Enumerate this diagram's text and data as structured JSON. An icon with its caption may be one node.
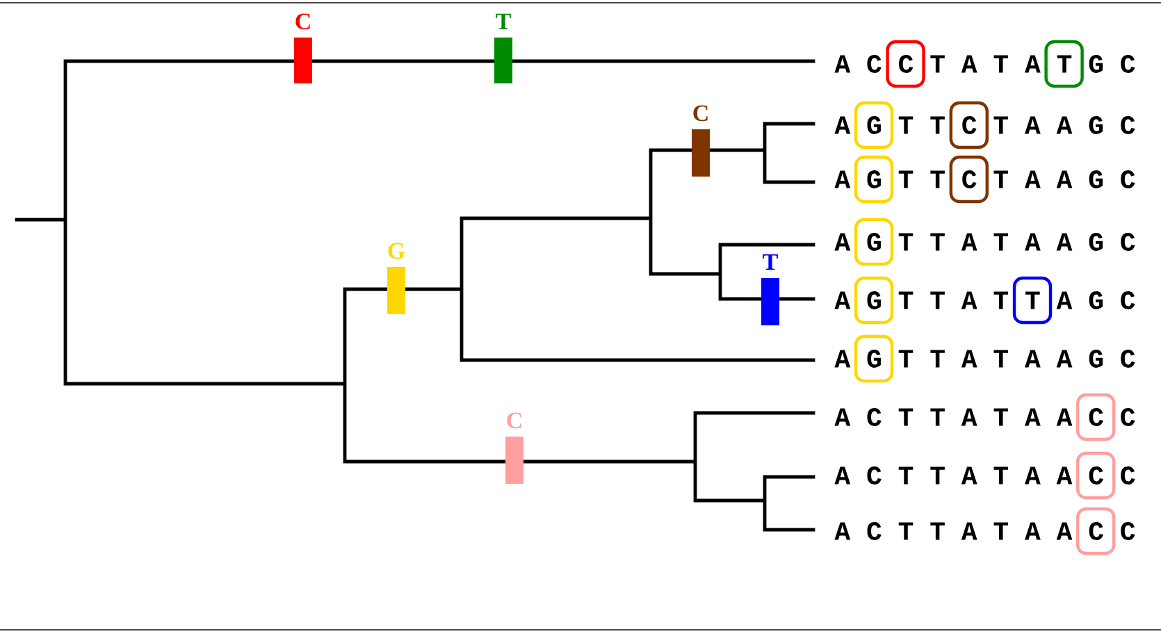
{
  "diagram": {
    "nodes": [
      {
        "text": [
          "A C C T A T A T G C"
        ]
      },
      {
        "text": [
          "A G T T C T A A G C"
        ]
      },
      {
        "text": [
          "A G T T C T A A G C"
        ]
      },
      {
        "text": [
          "A G T T A T A A G C"
        ]
      },
      {
        "text": [
          "A G T T A T T A G C"
        ]
      },
      {
        "text": [
          "A G T T A T A A G C"
        ]
      },
      {
        "text": [
          "A C T T A T A A C C"
        ]
      },
      {
        "text": [
          "A C T T A T A A C C"
        ]
      },
      {
        "text": [
          "A C T T A T A A C C"
        ]
      }
    ],
    "labels": [
      "C",
      "T",
      "C",
      "G",
      "T",
      "C"
    ]
  }
}
